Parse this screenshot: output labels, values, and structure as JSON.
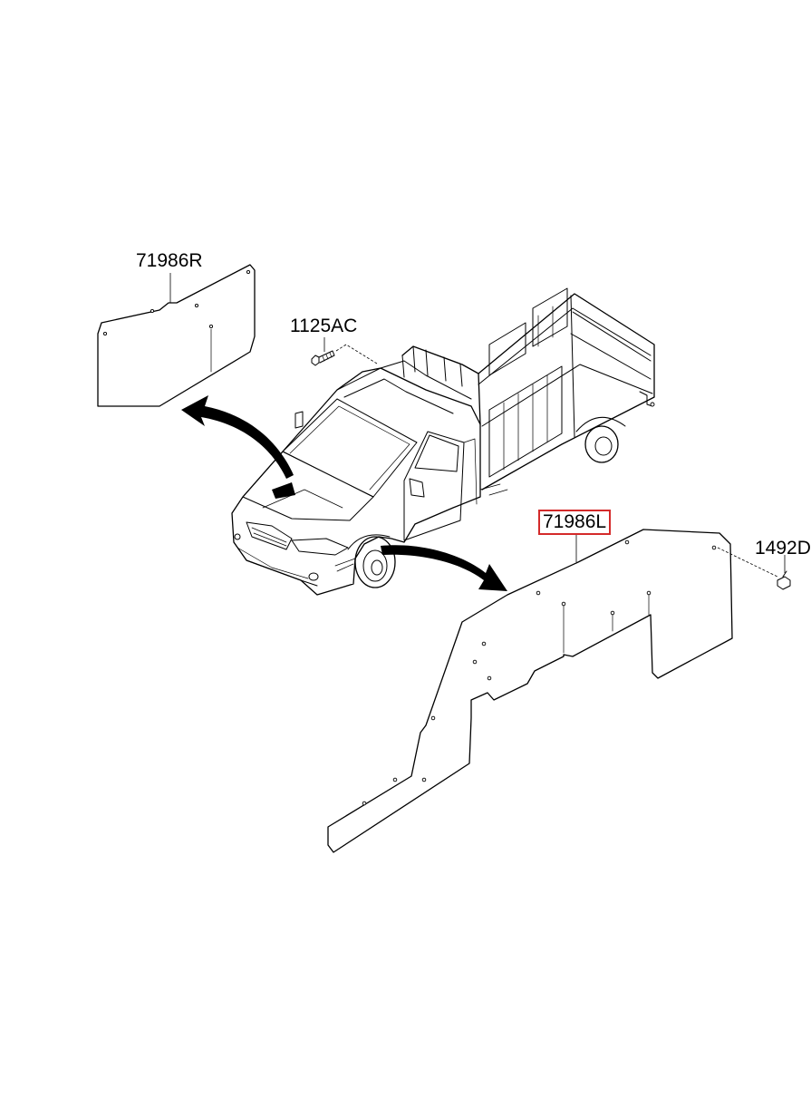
{
  "diagram": {
    "parts": [
      {
        "id": "part-71986r",
        "code": "71986R",
        "highlighted": false
      },
      {
        "id": "part-1125ac",
        "code": "1125AC",
        "highlighted": false
      },
      {
        "id": "part-71986l",
        "code": "71986L",
        "highlighted": true
      },
      {
        "id": "part-1492d",
        "code": "1492D",
        "highlighted": false
      }
    ],
    "highlight_color": "#d42a2a",
    "line_color": "#000000",
    "background_color": "#ffffff"
  }
}
